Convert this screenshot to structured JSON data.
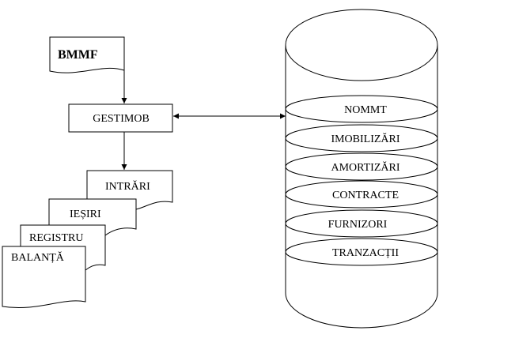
{
  "source_doc": {
    "label": "BMMF"
  },
  "program": {
    "label": "GESTIMOB"
  },
  "reports": [
    {
      "label": "INTRĂRI"
    },
    {
      "label": "IEȘIRI"
    },
    {
      "label": "REGISTRU"
    },
    {
      "label": "BALANȚĂ"
    }
  ],
  "database": {
    "tables": [
      {
        "label": "NOMMT"
      },
      {
        "label": "IMOBILIZĂRI"
      },
      {
        "label": "AMORTIZĂRI"
      },
      {
        "label": "CONTRACTE"
      },
      {
        "label": "FURNIZORI"
      },
      {
        "label": "TRANZACȚII"
      }
    ]
  }
}
